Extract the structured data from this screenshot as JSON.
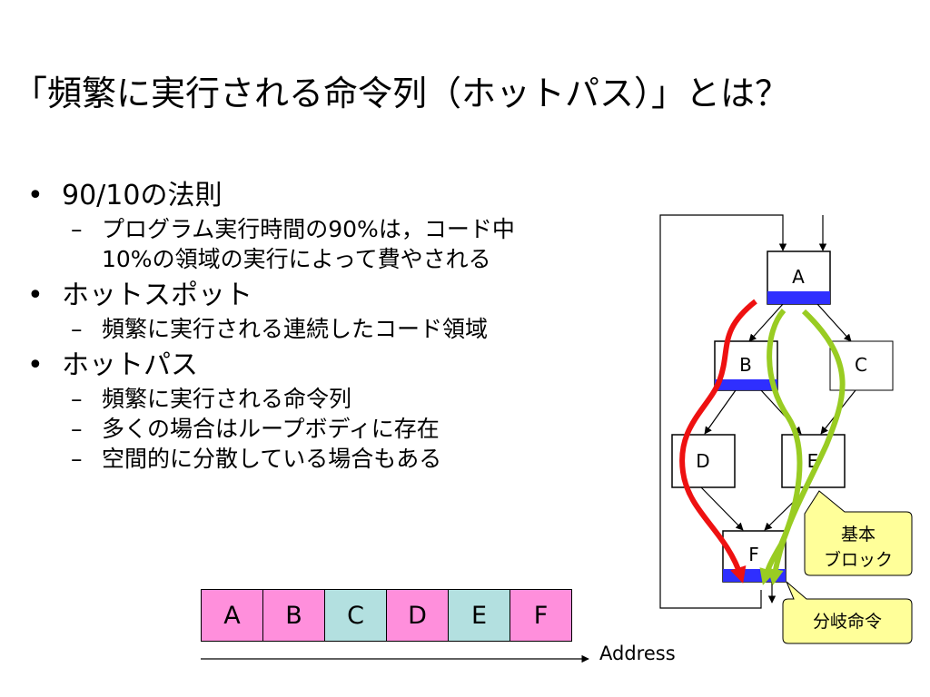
{
  "slide": {
    "title": "「頻繁に実行される命令列（ホットパス）」とは？"
  },
  "bullets": [
    {
      "text": "90/10の法則",
      "sub": [
        "プログラム実行時間の90%は，コード中",
        "10%の領域の実行によって費やされる"
      ],
      "sub_mode": "wrap"
    },
    {
      "text": "ホットスポット",
      "sub": [
        "頻繁に実行される連続したコード領域"
      ]
    },
    {
      "text": "ホットパス",
      "sub": [
        "頻繁に実行される命令列",
        "多くの場合はループボディに存在",
        "空間的に分散している場合もある"
      ]
    }
  ],
  "bullet_glyph": "•",
  "dash_glyph": "–",
  "memory_strip": {
    "cells": [
      {
        "label": "A",
        "color": "#ff8fdc"
      },
      {
        "label": "B",
        "color": "#ff8fdc"
      },
      {
        "label": "C",
        "color": "#b3e0e0"
      },
      {
        "label": "D",
        "color": "#ff8fdc"
      },
      {
        "label": "E",
        "color": "#b3e0e0"
      },
      {
        "label": "F",
        "color": "#ff8fdc"
      }
    ],
    "axis_label": "Address"
  },
  "cfg": {
    "blocks": [
      "A",
      "B",
      "C",
      "D",
      "E",
      "F"
    ],
    "callout_basic_block": [
      "基本",
      "ブロック"
    ],
    "callout_branch": "分岐命令",
    "colors": {
      "branch_bar": "#2f2fff",
      "hot_path_red": "#ee1111",
      "hot_path_green": "#99cc22",
      "callout_fill": "#ffff99"
    }
  }
}
